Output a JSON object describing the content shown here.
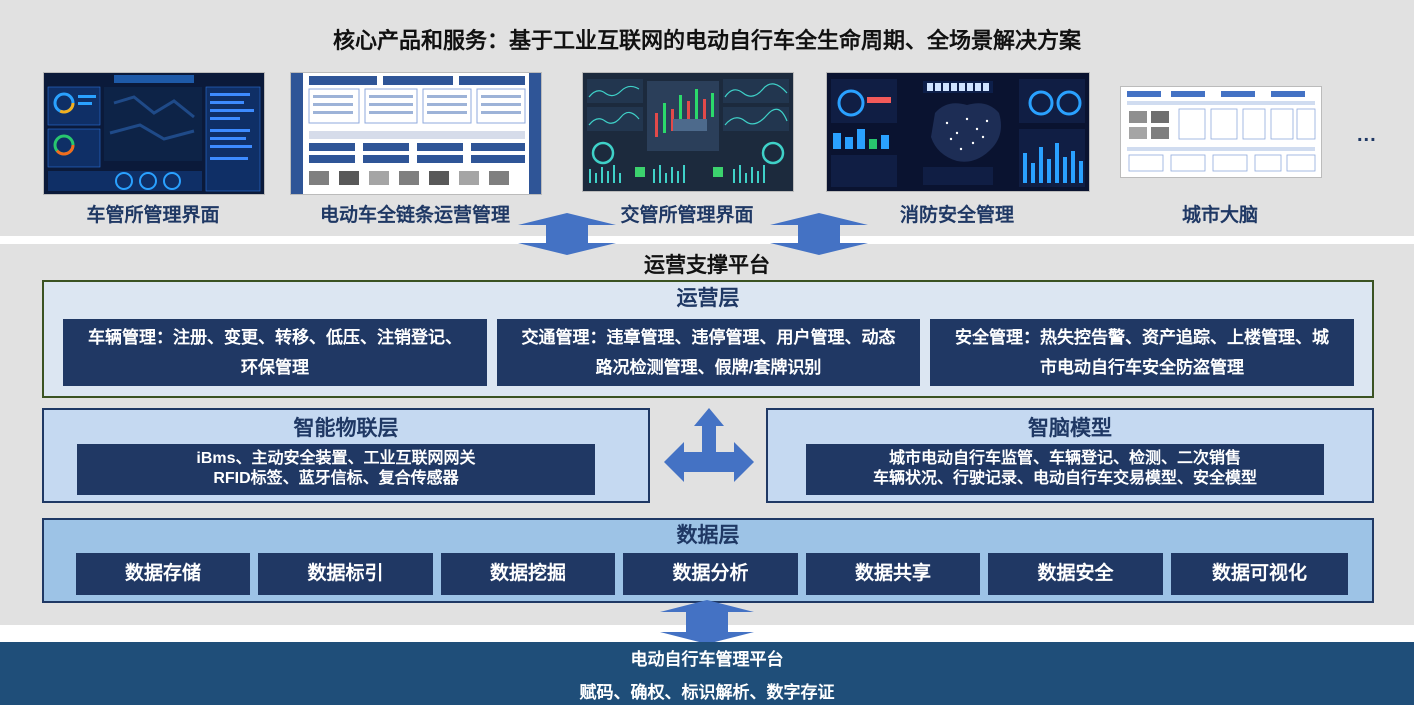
{
  "header": {
    "title": "核心产品和服务：基于工业互联网的电动自行车全生命周期、全场景解决方案",
    "more": "..."
  },
  "products": [
    {
      "label": "车管所管理界面",
      "icon": "dashboard-screenshot"
    },
    {
      "label": "电动车全链条运营管理",
      "icon": "flowchart-screenshot"
    },
    {
      "label": "交管所管理界面",
      "icon": "dashboard-screenshot"
    },
    {
      "label": "消防安全管理",
      "icon": "map-dashboard-screenshot"
    },
    {
      "label": "城市大脑",
      "icon": "flowchart-screenshot"
    }
  ],
  "platform": {
    "title": "运营支撑平台",
    "operations": {
      "title": "运营层",
      "items": [
        {
          "line1": "车辆管理：注册、变更、转移、低压、注销登记、",
          "line2": "环保管理"
        },
        {
          "line1": "交通管理：违章管理、违停管理、用户管理、动态",
          "line2": "路况检测管理、假牌/套牌识别"
        },
        {
          "line1": "安全管理：热失控告警、资产追踪、上楼管理、城",
          "line2": "市电动自行车安全防盗管理"
        }
      ]
    },
    "iot": {
      "title": "智能物联层",
      "line1": "iBms、主动安全装置、工业互联网网关",
      "line2": "RFID标签、蓝牙信标、复合传感器"
    },
    "brain": {
      "title": "智脑模型",
      "line1": "城市电动自行车监管、车辆登记、检测、二次销售",
      "line2": "车辆状况、行驶记录、电动自行车交易模型、安全模型"
    },
    "data": {
      "title": "数据层",
      "items": [
        "数据存储",
        "数据标引",
        "数据挖掘",
        "数据分析",
        "数据共享",
        "数据安全",
        "数据可视化"
      ]
    }
  },
  "base": {
    "title": "电动自行车管理平台",
    "subtitle": "赋码、确权、标识解析、数字存证"
  },
  "colors": {
    "dark_box": "#203864",
    "title_blue": "#1f3864",
    "arrow_fill": "#4472c4",
    "band_grey": "#e1e1e1",
    "footer_blue": "#1f4e79"
  }
}
